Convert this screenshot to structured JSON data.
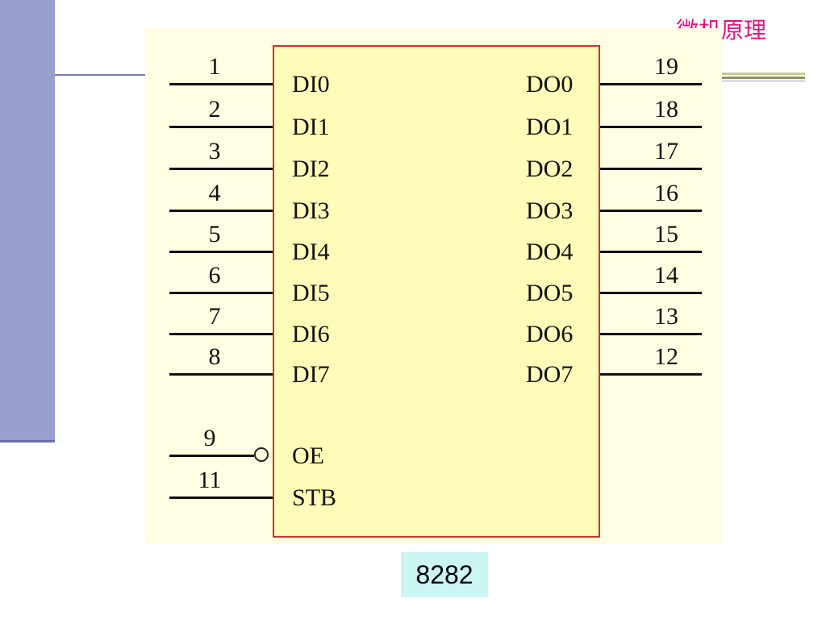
{
  "slide": {
    "title": "微机原理",
    "caption": "8282"
  },
  "colors": {
    "title": "#e3127c",
    "chip_fill": "#fffbb8",
    "chip_border": "#c0392b",
    "diagram_bg": "#fffde2",
    "caption_bg": "#ccf6f4",
    "left_bar": "#9aa0cd"
  },
  "chip": {
    "left_pins": [
      {
        "number": "1",
        "label": "DI0"
      },
      {
        "number": "2",
        "label": "DI1"
      },
      {
        "number": "3",
        "label": "DI2"
      },
      {
        "number": "4",
        "label": "DI3"
      },
      {
        "number": "5",
        "label": "DI4"
      },
      {
        "number": "6",
        "label": "DI5"
      },
      {
        "number": "7",
        "label": "DI6"
      },
      {
        "number": "8",
        "label": "DI7"
      }
    ],
    "right_pins": [
      {
        "number": "19",
        "label": "DO0"
      },
      {
        "number": "18",
        "label": "DO1"
      },
      {
        "number": "17",
        "label": "DO2"
      },
      {
        "number": "16",
        "label": "DO3"
      },
      {
        "number": "15",
        "label": "DO4"
      },
      {
        "number": "14",
        "label": "DO5"
      },
      {
        "number": "13",
        "label": "DO6"
      },
      {
        "number": "12",
        "label": "DO7"
      }
    ],
    "control_pins": [
      {
        "number": "9",
        "label": "OE",
        "active_low": true
      },
      {
        "number": "11",
        "label": "STB",
        "active_low": false
      }
    ]
  }
}
